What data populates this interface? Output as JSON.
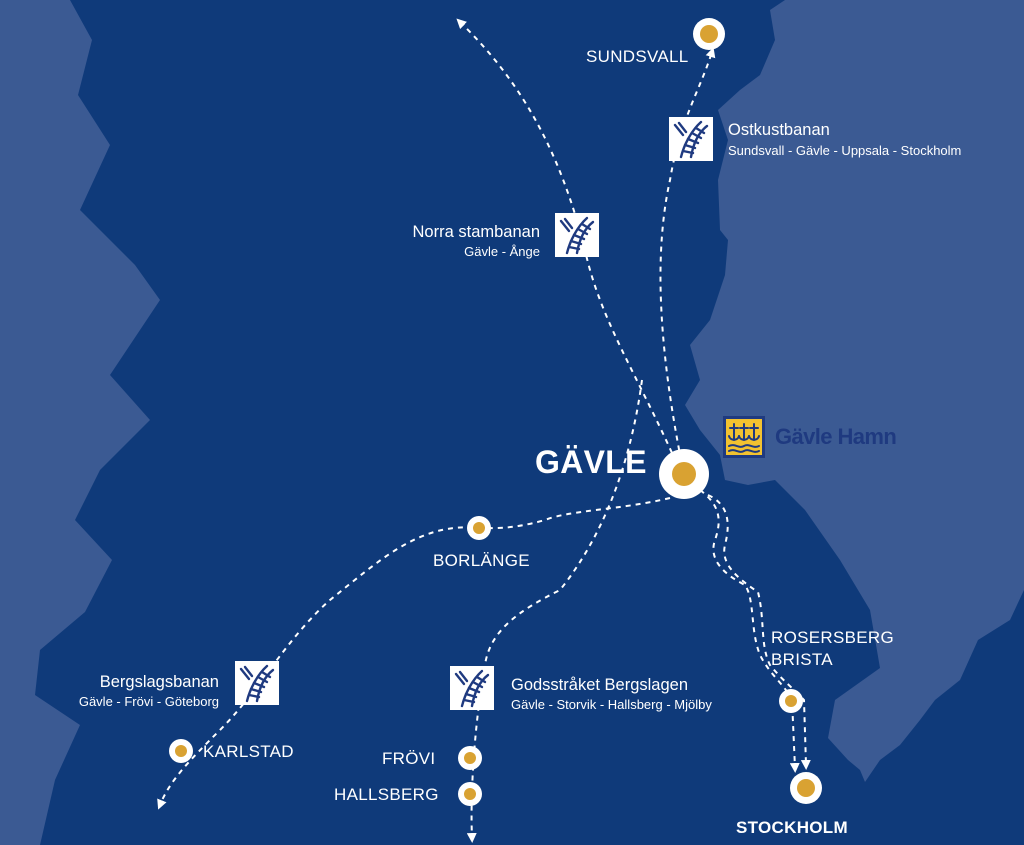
{
  "colors": {
    "land": "#0f3a7a",
    "outer_land": "#3b5a93",
    "sea": "#ffffff",
    "node_fill": "#d9a232",
    "route_line": "#ffffff"
  },
  "cities": {
    "sundsvall": "SUNDSVALL",
    "gavle": "GÄVLE",
    "borlange": "BORLÄNGE",
    "karlstad": "KARLSTAD",
    "frovi": "FRÖVI",
    "hallsberg": "HALLSBERG",
    "rosersberg": "ROSERSBERG",
    "brista": "BRISTA",
    "stockholm": "STOCKHOLM"
  },
  "railways": {
    "ostkustbanan": {
      "name": "Ostkustbanan",
      "route": "Sundsvall - Gävle - Uppsala - Stockholm"
    },
    "norra_stambanan": {
      "name": "Norra stambanan",
      "route": "Gävle - Ånge"
    },
    "bergslagsbanan": {
      "name": "Bergslagsbanan",
      "route": "Gävle - Frövi - Göteborg"
    },
    "godsstraket": {
      "name": "Godsstråket Bergslagen",
      "route": "Gävle - Storvik - Hallsberg - Mjölby"
    }
  },
  "logo": {
    "text": "Gävle Hamn",
    "icon": "anchors-shield-icon"
  }
}
